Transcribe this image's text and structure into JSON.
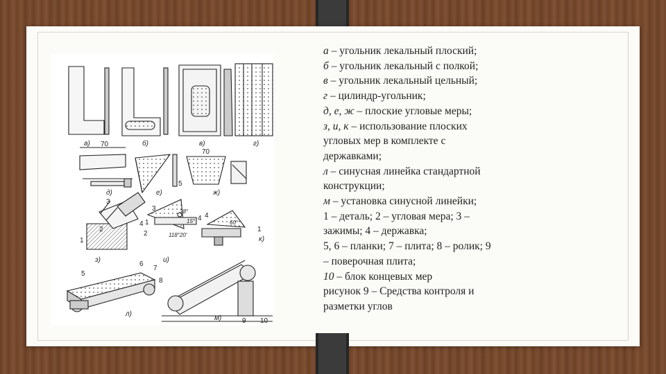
{
  "figure": {
    "labels": [
      "а)",
      "б)",
      "в)",
      "г)",
      "д)",
      "е)",
      "ж)",
      "з)",
      "и)",
      "к)",
      "л)",
      "м)"
    ],
    "dims": [
      "70",
      "70",
      "5"
    ],
    "angles": [
      "28°",
      "15°",
      "118°20'",
      "60°"
    ],
    "numbers": [
      "1",
      "2",
      "3",
      "4",
      "1",
      "2",
      "3",
      "4",
      "4",
      "1",
      "5",
      "6",
      "7",
      "8",
      "9",
      "10"
    ]
  },
  "caption": [
    {
      "lead": "а",
      "text": " – угольник лекальный плоский;"
    },
    {
      "lead": "б",
      "text": " – угольник лекальный с полкой;"
    },
    {
      "lead": "в",
      "text": " – угольник лекальный цельный;"
    },
    {
      "lead": "г",
      "text": " – цилиндр-угольник;"
    },
    {
      "lead": "д, е, ж",
      "text": " – плоские угловые меры;"
    },
    {
      "lead": "з, и, к",
      "text": " – использование плоских"
    },
    {
      "lead": "",
      "text": "угловых мер в комплекте с"
    },
    {
      "lead": "",
      "text": "державками;"
    },
    {
      "lead": "л",
      "text": " – синусная линейка стандартной"
    },
    {
      "lead": "",
      "text": "конструкции;"
    },
    {
      "lead": "м",
      "text": " – установка синусной линейки;"
    },
    {
      "lead": "",
      "text": "1 – деталь; 2 – угловая мера; 3 –"
    },
    {
      "lead": "",
      "text": "зажимы; 4 – державка;"
    },
    {
      "lead": "",
      "text": "5, 6 – планки;  7 – плита; 8 – ролик; 9"
    },
    {
      "lead": "",
      "text": "– поверочная плита;"
    },
    {
      "lead": "10",
      "text": " – блок концевых мер"
    },
    {
      "lead": "",
      "text": "рисунок 9 – Средства контроля и"
    },
    {
      "lead": "",
      "text": "разметки углов"
    }
  ]
}
